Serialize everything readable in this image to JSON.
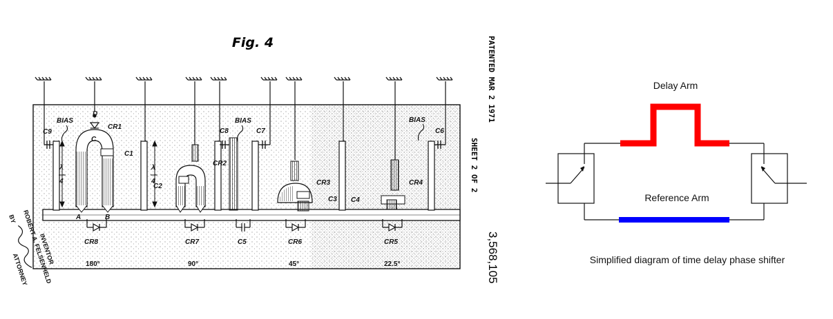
{
  "patent": {
    "fig_title": "Fig. 4",
    "bias_labels": [
      "BIAS",
      "BIAS",
      "BIAS"
    ],
    "capacitors": [
      "C9",
      "C8",
      "C7",
      "C6",
      "C1",
      "C2",
      "C3",
      "C4",
      "C5"
    ],
    "diodes": [
      "CR1",
      "CR2",
      "CR3",
      "CR4",
      "CR8",
      "CR7",
      "CR6",
      "CR5"
    ],
    "node_labels": {
      "d": "D",
      "c": "C",
      "a": "A",
      "b": "B"
    },
    "quarter_wave": {
      "numerator": "λ",
      "denominator": "4"
    },
    "phase_bits": [
      "180°",
      "90°",
      "45°",
      "22.5°"
    ],
    "patented": "PATENTED MAR 2 1971",
    "sheet": "SHEET 2 OF 2",
    "patent_number": "3,568,105",
    "inventor_name": "ROBERT A. FELSENHELD",
    "inventor_label": "INVENTOR",
    "by_label": "BY",
    "attorney_label": "ATTORNEY"
  },
  "simplified": {
    "delay_arm_label": "Delay Arm",
    "reference_arm_label": "Reference Arm",
    "caption": "Simplified diagram of  time delay phase shifter",
    "delay_arm_color": "#ff0000",
    "reference_arm_color": "#0000ff"
  }
}
